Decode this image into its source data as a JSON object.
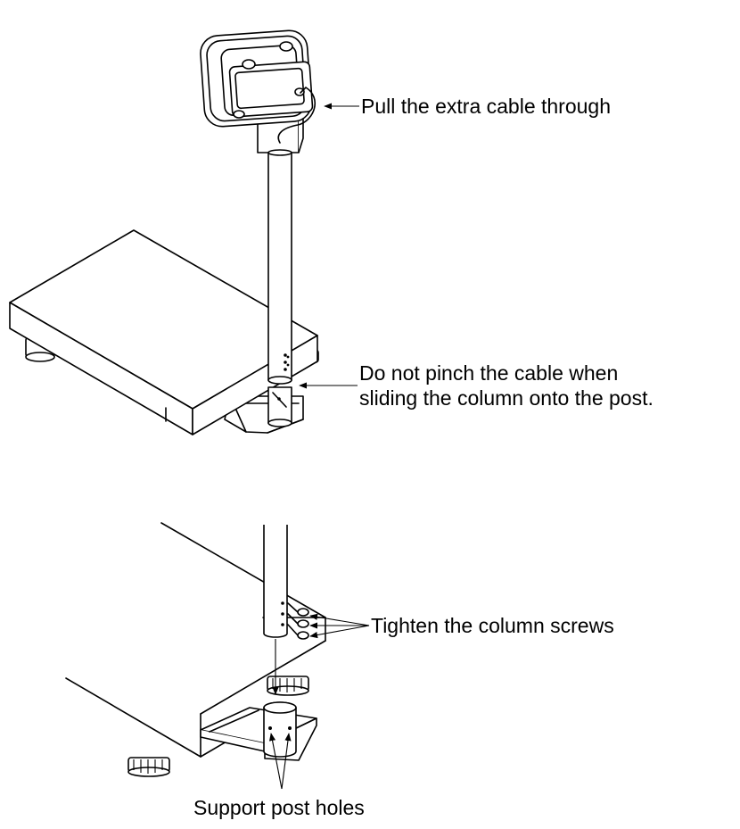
{
  "labels": {
    "pull_cable": "Pull the extra cable through",
    "no_pinch_line1": "Do not pinch the cable when",
    "no_pinch_line2": "sliding the column onto the post.",
    "tighten_screws": "Tighten the column screws",
    "support_holes": "Support post holes"
  },
  "colors": {
    "line": "#000000",
    "background": "#ffffff"
  }
}
